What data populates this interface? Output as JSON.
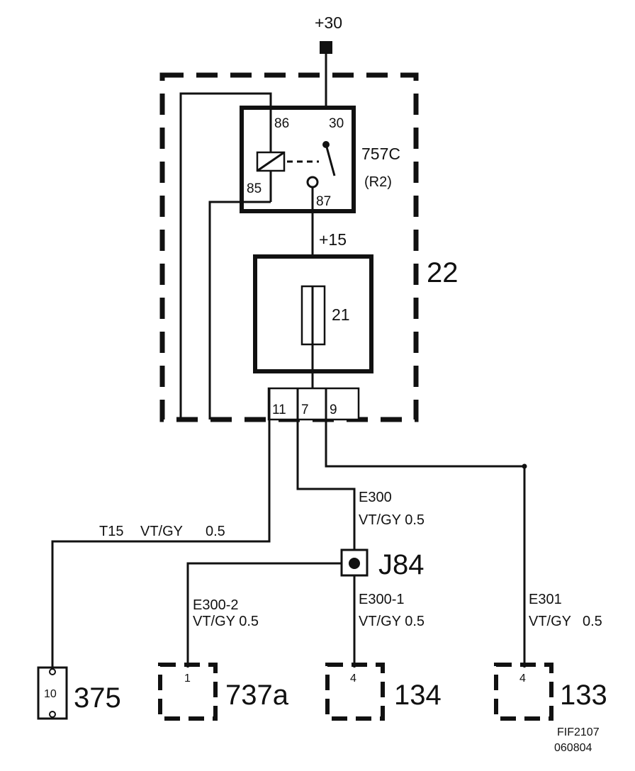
{
  "supply": {
    "battery_label": "+30",
    "ignition_label": "+15"
  },
  "central_unit": {
    "number": "22",
    "relay": {
      "designation": "757C",
      "sub_designation": "(R2)",
      "pins": [
        "86",
        "30",
        "85",
        "87"
      ]
    },
    "fuse": {
      "number": "21"
    },
    "connector_pins": [
      "11",
      "7",
      "9"
    ]
  },
  "wires": {
    "t15": {
      "name": "T15",
      "color": "VT/GY",
      "size": "0.5"
    },
    "e300": {
      "name": "E300",
      "spec": "VT/GY 0.5"
    },
    "e300_1": {
      "name": "E300-1",
      "spec": "VT/GY 0.5"
    },
    "e300_2": {
      "name": "E300-2",
      "spec": "VT/GY 0.5"
    },
    "e301": {
      "name": "E301",
      "spec_color": "VT/GY",
      "spec_size": "0.5"
    }
  },
  "splice": {
    "label": "J84"
  },
  "components": [
    {
      "number": "375",
      "pin": "10"
    },
    {
      "number": "737a",
      "pin": "1"
    },
    {
      "number": "134",
      "pin": "4"
    },
    {
      "number": "133",
      "pin": "4"
    }
  ],
  "footer": {
    "figure_id": "FIF2107",
    "date_code": "060804"
  }
}
